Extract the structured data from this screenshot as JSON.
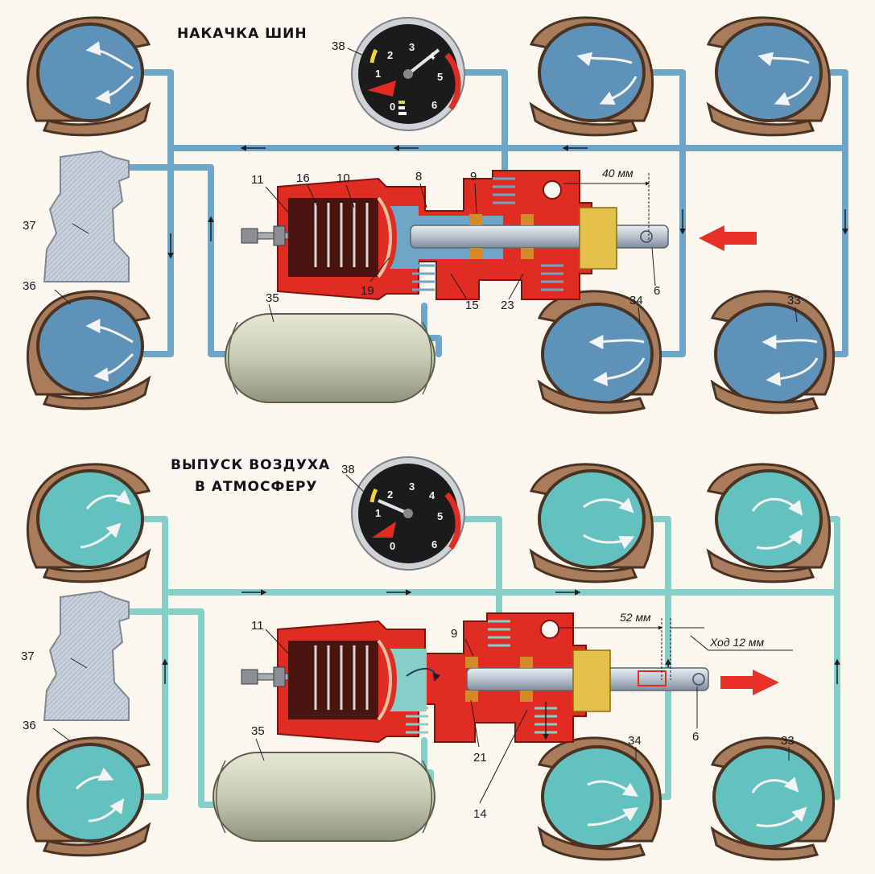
{
  "panels": {
    "top": {
      "title": "НАКАЧКА ШИН",
      "labels": {
        "l38": "38",
        "l37": "37",
        "l36": "36",
        "l35": "35",
        "l34": "34",
        "l33": "33",
        "l11": "11",
        "l16": "16",
        "l10": "10",
        "l8": "8",
        "l9": "9",
        "l19": "19",
        "l15": "15",
        "l23": "23",
        "l6": "6"
      },
      "dimension": "40 мм"
    },
    "bottom": {
      "title_line1": "ВЫПУСК ВОЗДУХА",
      "title_line2": "В АТМОСФЕРУ",
      "labels": {
        "l38": "38",
        "l37": "37",
        "l36": "36",
        "l35": "35",
        "l34": "34",
        "l33": "33",
        "l11": "11",
        "l9": "9",
        "l21": "21",
        "l14": "14",
        "l6": "6"
      },
      "dimension": "52 мм",
      "stroke": "Ход 12 мм"
    }
  },
  "gauge": {
    "numbers": [
      "0",
      "1",
      "2",
      "3",
      "4",
      "5",
      "6"
    ]
  },
  "colors": {
    "tire": "#a97c5b",
    "tire_outline": "#4a3323",
    "inflate_fill": "#5f92b8",
    "deflate_fill": "#63c2c0",
    "inflate_pipe": "#6ea6c8",
    "deflate_pipe": "#86cfc9",
    "valve_red": "#e02c22",
    "valve_dark": "#4a1410",
    "arrow_red": "#e8312a",
    "compressor": "#c9d2dc",
    "tank": "#c8cbb3"
  }
}
